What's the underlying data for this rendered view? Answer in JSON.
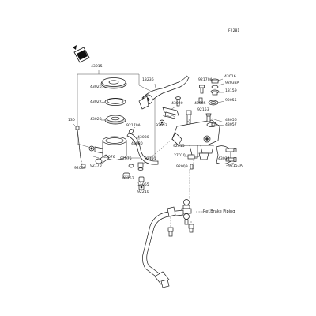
{
  "diagram_ref": "F2281",
  "front_icon": "front-arrow-icon",
  "outline_color": "#1e1e1e",
  "labels": {
    "l43015": "43015",
    "l13236": "13236",
    "l43026": "43026",
    "l43027": "43027",
    "l43028": "43028",
    "l130": "130",
    "l92170a": "92170A",
    "l43080": "43080",
    "l43080b": "43080",
    "l43020": "43020",
    "l92033": "92033",
    "l92170a2": "92170A",
    "l92033a": "92033A",
    "l43016": "43016",
    "l13159": "13159",
    "l43085": "43085",
    "l92055": "92055",
    "l92153": "92153",
    "l43056": "43056",
    "l43057": "43057",
    "l92015": "92015",
    "l27010": "27010",
    "l92009": "92009",
    "l43076": "43076",
    "l92170": "92170",
    "l92075": "92075",
    "l92151": "92151",
    "l92152": "92152",
    "l11065": "11065",
    "l92210": "92210",
    "l92009b": "92009",
    "l43034": "43034",
    "l92153a": "92153A",
    "ref_brake_piping": "Ref.Brake Piping"
  }
}
